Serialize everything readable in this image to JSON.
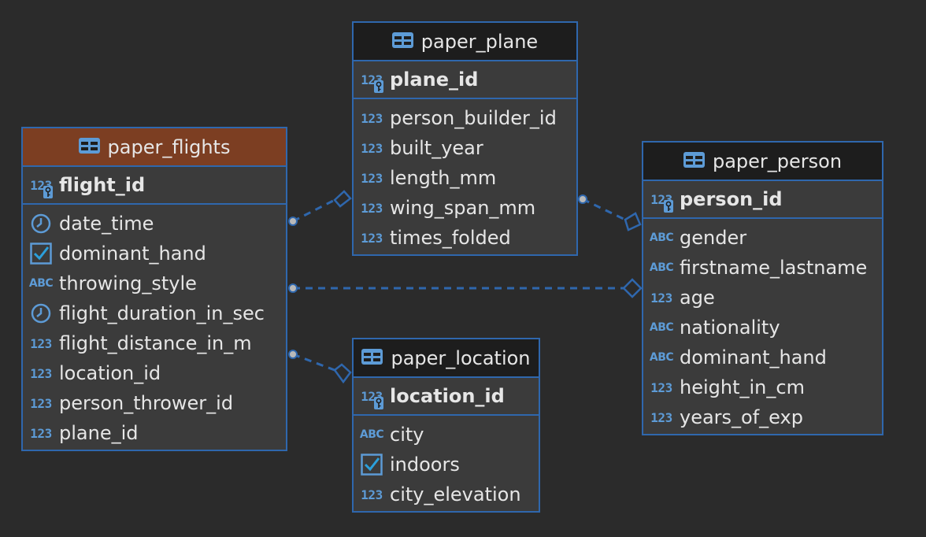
{
  "colors": {
    "background": "#2b2b2b",
    "entity_border": "#2f67ad",
    "header_default": "#1d1d1d",
    "header_selected": "#7c3e22",
    "connector": "#2f67ad",
    "icon_accent": "#5d9bd6"
  },
  "entities": {
    "paper_flights": {
      "title": "paper_flights",
      "selected": true,
      "pk": {
        "name": "flight_id",
        "type_label": "123",
        "icon": "key-icon"
      },
      "columns": [
        {
          "name": "date_time",
          "icon": "clock-icon"
        },
        {
          "name": "dominant_hand",
          "icon": "checkbox-icon"
        },
        {
          "name": "throwing_style",
          "icon": "abc-icon",
          "type_label": "ABC"
        },
        {
          "name": "flight_duration_in_sec",
          "icon": "clock-icon"
        },
        {
          "name": "flight_distance_in_m",
          "icon": "numeric-icon",
          "type_label": "123"
        },
        {
          "name": "location_id",
          "icon": "numeric-icon",
          "type_label": "123"
        },
        {
          "name": "person_thrower_id",
          "icon": "numeric-icon",
          "type_label": "123"
        },
        {
          "name": "plane_id",
          "icon": "numeric-icon",
          "type_label": "123"
        }
      ]
    },
    "paper_plane": {
      "title": "paper_plane",
      "pk": {
        "name": "plane_id",
        "type_label": "123",
        "icon": "key-icon"
      },
      "columns": [
        {
          "name": "person_builder_id",
          "icon": "numeric-icon",
          "type_label": "123"
        },
        {
          "name": "built_year",
          "icon": "numeric-icon",
          "type_label": "123"
        },
        {
          "name": "length_mm",
          "icon": "numeric-icon",
          "type_label": "123"
        },
        {
          "name": "wing_span_mm",
          "icon": "numeric-icon",
          "type_label": "123"
        },
        {
          "name": "times_folded",
          "icon": "numeric-icon",
          "type_label": "123"
        }
      ]
    },
    "paper_person": {
      "title": "paper_person",
      "pk": {
        "name": "person_id",
        "type_label": "123",
        "icon": "key-icon"
      },
      "columns": [
        {
          "name": "gender",
          "icon": "abc-icon",
          "type_label": "ABC"
        },
        {
          "name": "firstname_lastname",
          "icon": "abc-icon",
          "type_label": "ABC"
        },
        {
          "name": "age",
          "icon": "numeric-icon",
          "type_label": "123"
        },
        {
          "name": "nationality",
          "icon": "abc-icon",
          "type_label": "ABC"
        },
        {
          "name": "dominant_hand",
          "icon": "abc-icon",
          "type_label": "ABC"
        },
        {
          "name": "height_in_cm",
          "icon": "numeric-icon",
          "type_label": "123"
        },
        {
          "name": "years_of_exp",
          "icon": "numeric-icon",
          "type_label": "123"
        }
      ]
    },
    "paper_location": {
      "title": "paper_location",
      "pk": {
        "name": "location_id",
        "type_label": "123",
        "icon": "key-icon"
      },
      "columns": [
        {
          "name": "city",
          "icon": "abc-icon",
          "type_label": "ABC"
        },
        {
          "name": "indoors",
          "icon": "checkbox-icon"
        },
        {
          "name": "city_elevation",
          "icon": "numeric-icon",
          "type_label": "123"
        }
      ]
    }
  },
  "relationships": [
    {
      "from": "paper_flights.plane_id",
      "to": "paper_plane.plane_id"
    },
    {
      "from": "paper_flights.person_thrower_id",
      "to": "paper_person.person_id"
    },
    {
      "from": "paper_flights.location_id",
      "to": "paper_location.location_id"
    },
    {
      "from": "paper_plane.person_builder_id",
      "to": "paper_person.person_id"
    }
  ]
}
